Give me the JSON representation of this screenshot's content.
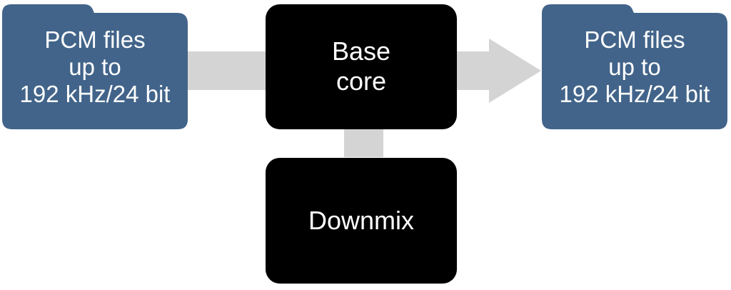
{
  "nodes": {
    "input_folder": {
      "lines": [
        "PCM files",
        "up to",
        "192 kHz/24 bit"
      ],
      "icon": "folder-icon",
      "color": "#42648a"
    },
    "base_core": {
      "lines": [
        "Base",
        "core"
      ],
      "color": "#000000"
    },
    "output_folder": {
      "lines": [
        "PCM files",
        "up to",
        "192 kHz/24 bit"
      ],
      "icon": "folder-icon",
      "color": "#42648a"
    },
    "downmix": {
      "lines": [
        "Downmix"
      ],
      "color": "#000000"
    }
  },
  "connectors": {
    "color": "#d4d4d4",
    "input_to_base": "plain-bar",
    "base_to_output": "arrow",
    "base_to_downmix": "plain-bar"
  }
}
